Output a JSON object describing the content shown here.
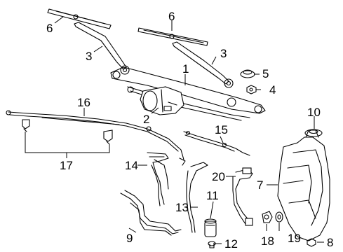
{
  "callouts": [
    {
      "id": "c1",
      "number": "1"
    },
    {
      "id": "c2",
      "number": "2"
    },
    {
      "id": "c3a",
      "number": "3"
    },
    {
      "id": "c3b",
      "number": "3"
    },
    {
      "id": "c4",
      "number": "4"
    },
    {
      "id": "c5",
      "number": "5"
    },
    {
      "id": "c6a",
      "number": "6"
    },
    {
      "id": "c6b",
      "number": "6"
    },
    {
      "id": "c7",
      "number": "7"
    },
    {
      "id": "c8",
      "number": "8"
    },
    {
      "id": "c9",
      "number": "9"
    },
    {
      "id": "c10",
      "number": "10"
    },
    {
      "id": "c11",
      "number": "11"
    },
    {
      "id": "c12",
      "number": "12"
    },
    {
      "id": "c13",
      "number": "13"
    },
    {
      "id": "c14",
      "number": "14"
    },
    {
      "id": "c15",
      "number": "15"
    },
    {
      "id": "c16",
      "number": "16"
    },
    {
      "id": "c17",
      "number": "17"
    },
    {
      "id": "c18",
      "number": "18"
    },
    {
      "id": "c19",
      "number": "19"
    },
    {
      "id": "c20",
      "number": "20"
    }
  ]
}
